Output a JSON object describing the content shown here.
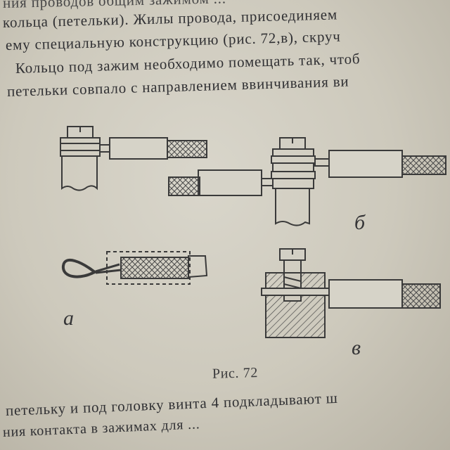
{
  "text_lines_top": [
    "ния проводов общим зажимом ...",
    "кольца (петельки). Жилы провода, присоединяем",
    "ему специальную конструкцию (рис. 72,в), скруч",
    "Кольцо под зажим необходимо помещать так, чтоб",
    "петельки совпало с направлением ввинчивания ви"
  ],
  "figure": {
    "caption": "Рис. 72",
    "labels": {
      "a": "а",
      "b": "б",
      "v": "в"
    }
  },
  "text_lines_bottom": [
    "петельку и под головку винта 4 подкладывают ш",
    "ния контакта в зажимах для ..."
  ]
}
